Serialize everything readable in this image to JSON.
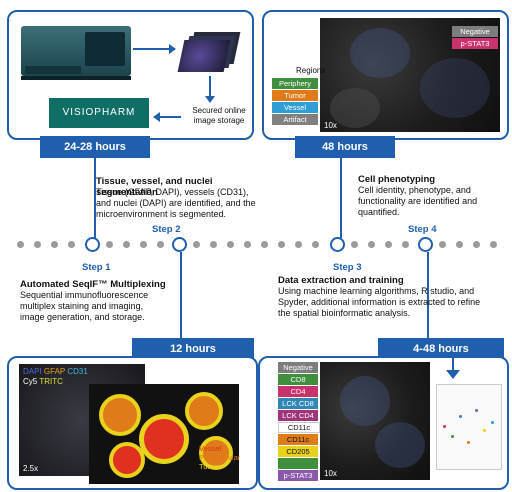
{
  "panel1": {
    "tag": "24-28 hours",
    "brand": "VISIOPHARM",
    "storage_label": "Secured online image storage"
  },
  "panel2": {
    "tag": "48 hours",
    "regions_title": "Regions",
    "regions": [
      {
        "label": "Periphery",
        "color": "#3f8f3f"
      },
      {
        "label": "Tumor",
        "color": "#e07b1a"
      },
      {
        "label": "Vessel",
        "color": "#2f9ed6"
      },
      {
        "label": "Artifact",
        "color": "#808080"
      }
    ],
    "marker_labels": [
      {
        "label": "Negative",
        "color": "#7d7d7d"
      },
      {
        "label": "p-STAT3",
        "color": "#c8336d"
      }
    ],
    "zoom": "10x"
  },
  "step2": {
    "title": "Tissue, vessel, and nuclei segmentation",
    "body": "Tissue (GFAP, DAPI), vessels (CD31), and nuclei (DAPI) are identified, and the microenvironment is segmented.",
    "label": "Step 2"
  },
  "step4": {
    "title": "Cell phenotyping",
    "body": "Cell identity, phenotype, and functionality are identified and quantified.",
    "label": "Step 4"
  },
  "step1": {
    "label": "Step 1",
    "title": "Automated SeqIF™ Multiplexing",
    "body": "Sequential immunofluorescence multiplex staining and imaging, image generation, and storage."
  },
  "step3": {
    "label": "Step 3",
    "title": "Data extraction and training",
    "body": "Using machine learning algorithms, R studio, and Spyder, additional information is extracted to refine the spatial bioinformatic analysis."
  },
  "panel3": {
    "tag": "12 hours",
    "stain_line1": [
      {
        "text": "DAPI",
        "color": "#4a6bd8"
      },
      {
        "text": "GFAP",
        "color": "#e8a21c"
      },
      {
        "text": "CD31",
        "color": "#3db8e6"
      }
    ],
    "stain_line2": [
      {
        "text": "Cy5",
        "color": "#ffffff"
      },
      {
        "text": "TRITC",
        "color": "#e3e03a"
      }
    ],
    "zoom": "2.5x",
    "seg_labels": [
      {
        "text": "Vessel",
        "color": "#e03020"
      },
      {
        "text": "Perivascular",
        "color": "#e07b1a"
      },
      {
        "text": "Tumor",
        "color": "#e8d21c"
      }
    ]
  },
  "panel4": {
    "tag": "4-48 hours",
    "phenotypes": [
      {
        "label": "Negative",
        "color": "#7d7d7d"
      },
      {
        "label": "CD8",
        "color": "#3f8f3f"
      },
      {
        "label": "CD4",
        "color": "#c8336d"
      },
      {
        "label": "LCK CD8",
        "color": "#2f86b8"
      },
      {
        "label": "LCK CD4",
        "color": "#a0357a"
      },
      {
        "label": "CD11c",
        "color": "#ffffff"
      },
      {
        "label": "CD11c CD205",
        "color": "#e07b1a"
      },
      {
        "label": "CD205",
        "color": "#e8d21c"
      },
      {
        "label": "",
        "color": "#3f8f3f"
      },
      {
        "label": "p-STAT3",
        "color": "#8a5aa8"
      }
    ],
    "zoom": "10x"
  }
}
